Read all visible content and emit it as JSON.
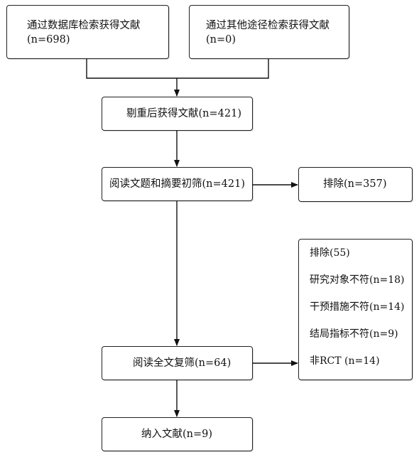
{
  "flowchart": {
    "db_search": {
      "line1": "通过数据库检索获得文献",
      "line2": "(n=698)"
    },
    "other_search": {
      "line1": "通过其他途径检索获得文献",
      "line2": "(n=0)"
    },
    "after_dedup": "剔重后获得文献(n=421)",
    "title_abstract": "阅读文题和摘要初筛(n=421)",
    "excluded_1": "排除(n=357)",
    "full_text": "阅读全文复筛(n=64)",
    "excluded_2": {
      "title": "排除(55)",
      "reasons": [
        "研究对象不符(n=18)",
        "干预措施不符(n=14)",
        "结局指标不符(n=9)",
        "非RCT (n=14)"
      ]
    },
    "included": "纳入文献(n=9)"
  }
}
